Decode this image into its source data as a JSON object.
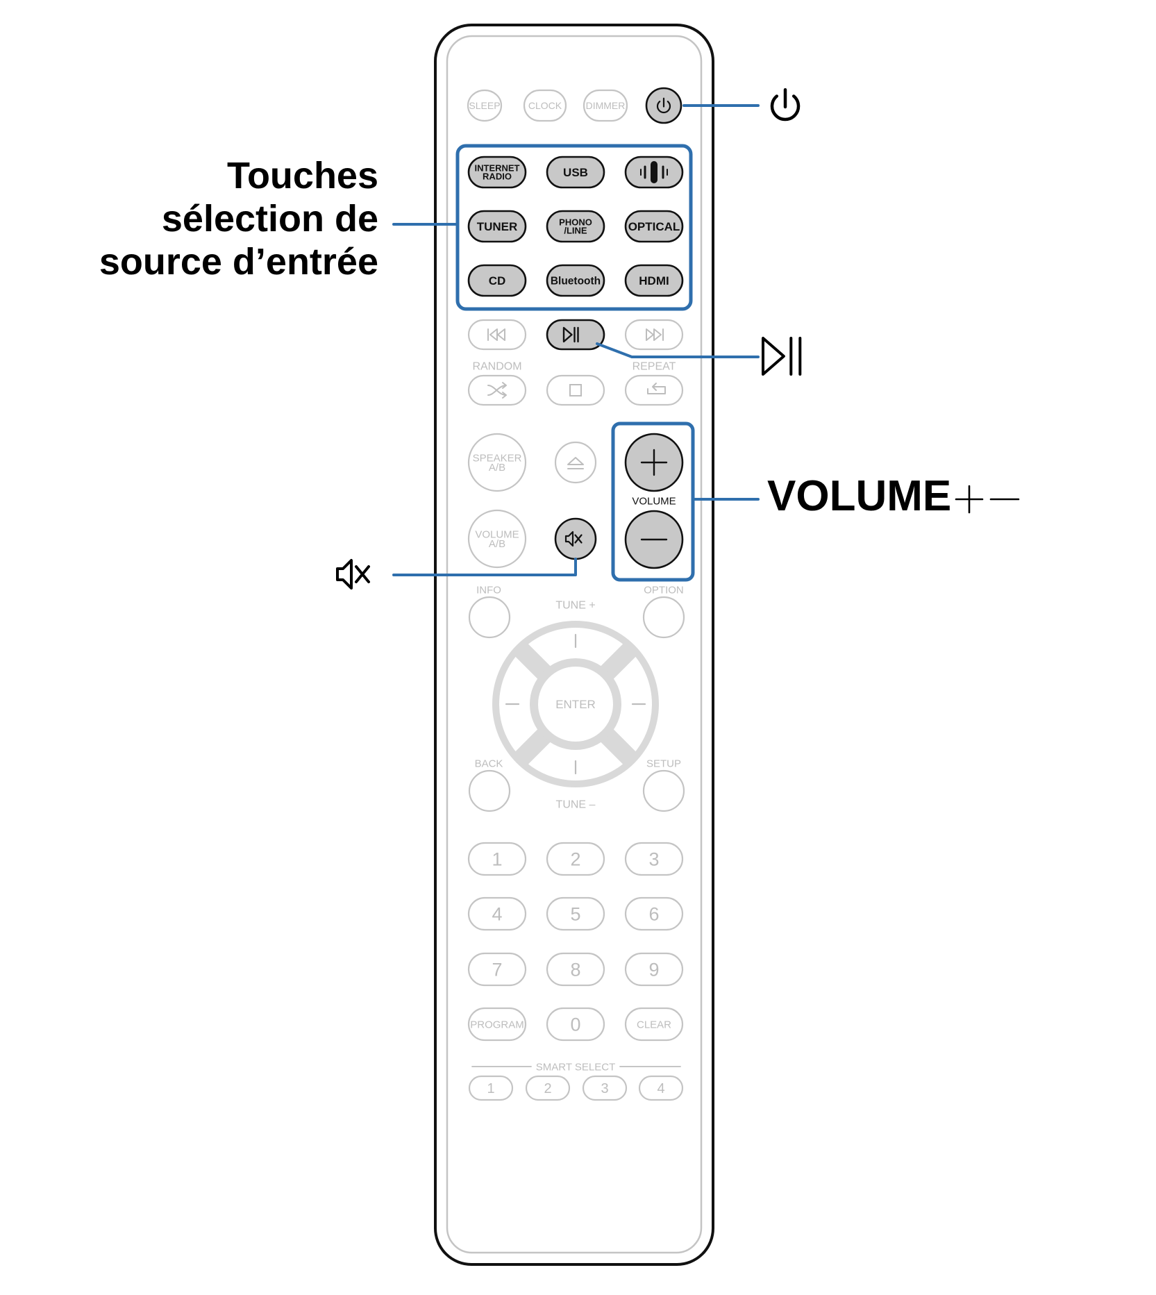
{
  "colors": {
    "callout_blue": "#2f6fad",
    "inactive_outline": "#c4c4c4",
    "inactive_text": "#bdbdbd",
    "active_fill": "#c8c8c8",
    "active_outline": "#111111"
  },
  "callouts": {
    "input_select_lines": [
      "Touches",
      "sélection de",
      "source d’entrée"
    ],
    "volume_label": "VOLUME",
    "power_icon": "power-icon",
    "play_pause_icon": "play-pause-icon",
    "mute_icon": "mute-icon",
    "volume_plus_minus_icon": "volume-plus-minus-icon"
  },
  "remote": {
    "top_row": [
      "SLEEP",
      "CLOCK",
      "DIMMER"
    ],
    "power_icon": "power-icon",
    "input_buttons": [
      [
        "INTERNET\nRADIO",
        "USB",
        "heos-icon"
      ],
      [
        "TUNER",
        "PHONO\n/LINE",
        "OPTICAL"
      ],
      [
        "CD",
        "Bluetooth",
        "HDMI"
      ]
    ],
    "transport_icons": [
      "skip-back-icon",
      "play-pause-icon",
      "skip-forward-icon"
    ],
    "random_label": "RANDOM",
    "repeat_label": "REPEAT",
    "mode_icons": [
      "shuffle-icon",
      "stop-icon",
      "repeat-icon"
    ],
    "speaker_label": "SPEAKER\nA/B",
    "volume_ab_label": "VOLUME\nA/B",
    "eject_icon": "eject-icon",
    "mute_icon": "mute-icon",
    "volume_label": "VOLUME",
    "info_label": "INFO",
    "option_label": "OPTION",
    "back_label": "BACK",
    "setup_label": "SETUP",
    "tune_plus_label": "TUNE +",
    "tune_minus_label": "TUNE –",
    "enter_label": "ENTER",
    "number_keys": [
      [
        "1",
        "2",
        "3"
      ],
      [
        "4",
        "5",
        "6"
      ],
      [
        "7",
        "8",
        "9"
      ],
      [
        "PROGRAM",
        "0",
        "CLEAR"
      ]
    ],
    "smart_select_label": "SMART SELECT",
    "smart_select_keys": [
      "1",
      "2",
      "3",
      "4"
    ]
  }
}
